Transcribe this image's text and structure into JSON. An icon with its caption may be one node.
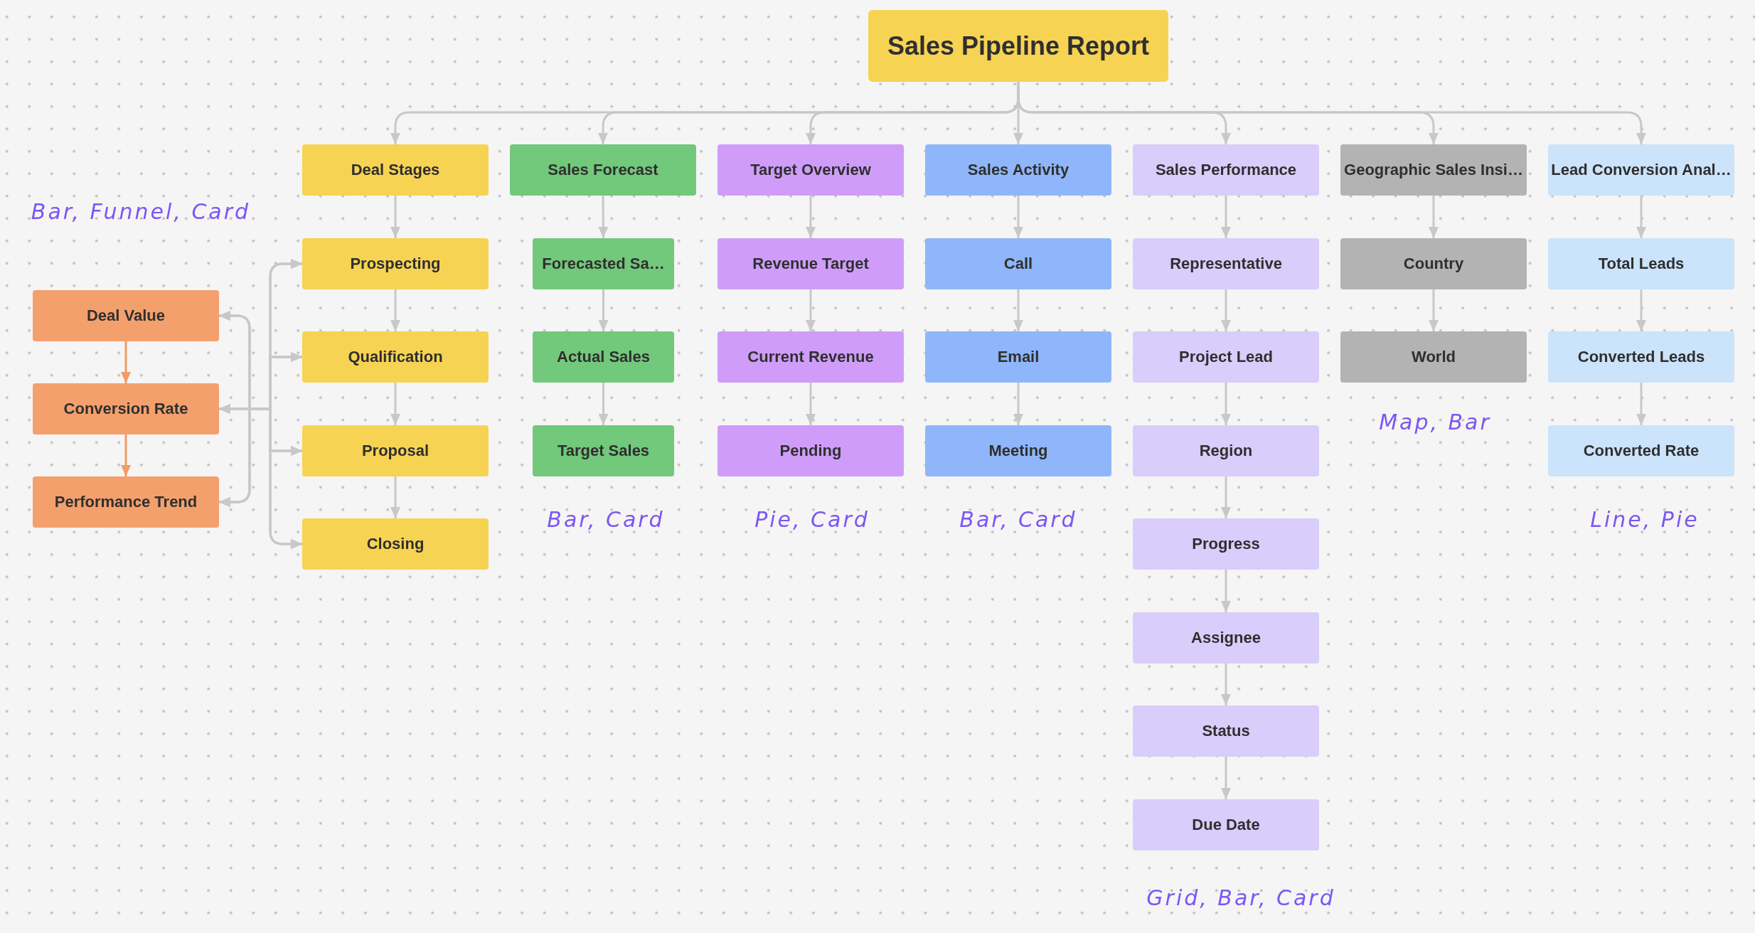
{
  "diagram": {
    "nodes": [
      {
        "text": [
          "Sales Pipeline Report"
        ]
      },
      {
        "text": [
          "Deal Value"
        ]
      },
      {
        "text": [
          "Conversion Rate"
        ]
      },
      {
        "text": [
          "Performance Trend"
        ]
      },
      {
        "text": [
          "Deal Stages"
        ]
      },
      {
        "text": [
          "Prospecting"
        ]
      },
      {
        "text": [
          "Qualification"
        ]
      },
      {
        "text": [
          "Proposal"
        ]
      },
      {
        "text": [
          "Closing"
        ]
      },
      {
        "text": [
          "Sales Forecast"
        ]
      },
      {
        "text": [
          "Forecasted Sa…"
        ]
      },
      {
        "text": [
          "Actual Sales"
        ]
      },
      {
        "text": [
          "Target Sales"
        ]
      },
      {
        "text": [
          "Target Overview"
        ]
      },
      {
        "text": [
          "Revenue Target"
        ]
      },
      {
        "text": [
          "Current Revenue"
        ]
      },
      {
        "text": [
          "Pending"
        ]
      },
      {
        "text": [
          "Sales Activity"
        ]
      },
      {
        "text": [
          "Call"
        ]
      },
      {
        "text": [
          "Email"
        ]
      },
      {
        "text": [
          "Meeting"
        ]
      },
      {
        "text": [
          "Sales Performance"
        ]
      },
      {
        "text": [
          "Representative"
        ]
      },
      {
        "text": [
          "Project Lead"
        ]
      },
      {
        "text": [
          "Region"
        ]
      },
      {
        "text": [
          "Progress"
        ]
      },
      {
        "text": [
          "Assignee"
        ]
      },
      {
        "text": [
          "Status"
        ]
      },
      {
        "text": [
          "Due Date"
        ]
      },
      {
        "text": [
          "Geographic Sales Insi…"
        ]
      },
      {
        "text": [
          "Country"
        ]
      },
      {
        "text": [
          "World"
        ]
      },
      {
        "text": [
          "Lead Conversion Anal…"
        ]
      },
      {
        "text": [
          "Total Leads"
        ]
      },
      {
        "text": [
          "Converted Leads"
        ]
      },
      {
        "text": [
          "Converted Rate"
        ]
      }
    ],
    "edges": [
      {
        "from": 0,
        "to": 4,
        "arrow": "to"
      },
      {
        "from": 0,
        "to": 9,
        "arrow": "to"
      },
      {
        "from": 0,
        "to": 13,
        "arrow": "to"
      },
      {
        "from": 0,
        "to": 17,
        "arrow": "to"
      },
      {
        "from": 0,
        "to": 21,
        "arrow": "to"
      },
      {
        "from": 0,
        "to": 29,
        "arrow": "to"
      },
      {
        "from": 0,
        "to": 32,
        "arrow": "to"
      },
      {
        "from": 1,
        "to": 2,
        "arrow": "to",
        "color": "#f29c63"
      },
      {
        "from": 2,
        "to": 3,
        "arrow": "to",
        "color": "#f29c63"
      },
      {
        "from": 1,
        "to": 5,
        "arrow": "both"
      },
      {
        "from": 1,
        "to": 6,
        "arrow": "both"
      },
      {
        "from": 1,
        "to": 7,
        "arrow": "both"
      },
      {
        "from": 1,
        "to": 8,
        "arrow": "both"
      },
      {
        "from": 2,
        "to": 5,
        "arrow": "both"
      },
      {
        "from": 2,
        "to": 6,
        "arrow": "both"
      },
      {
        "from": 2,
        "to": 7,
        "arrow": "both"
      },
      {
        "from": 2,
        "to": 8,
        "arrow": "both"
      },
      {
        "from": 3,
        "to": 5,
        "arrow": "both"
      },
      {
        "from": 3,
        "to": 6,
        "arrow": "both"
      },
      {
        "from": 3,
        "to": 7,
        "arrow": "both"
      },
      {
        "from": 3,
        "to": 8,
        "arrow": "both"
      },
      {
        "from": 4,
        "to": 5,
        "arrow": "to"
      },
      {
        "from": 5,
        "to": 6,
        "arrow": "to"
      },
      {
        "from": 6,
        "to": 7,
        "arrow": "to"
      },
      {
        "from": 7,
        "to": 8,
        "arrow": "to"
      },
      {
        "from": 9,
        "to": 10,
        "arrow": "to"
      },
      {
        "from": 10,
        "to": 11,
        "arrow": "to"
      },
      {
        "from": 11,
        "to": 12,
        "arrow": "to"
      },
      {
        "from": 13,
        "to": 14,
        "arrow": "to"
      },
      {
        "from": 14,
        "to": 15,
        "arrow": "to"
      },
      {
        "from": 15,
        "to": 16,
        "arrow": "to"
      },
      {
        "from": 17,
        "to": 18,
        "arrow": "to"
      },
      {
        "from": 18,
        "to": 19,
        "arrow": "to"
      },
      {
        "from": 19,
        "to": 20,
        "arrow": "to"
      },
      {
        "from": 21,
        "to": 22,
        "arrow": "to"
      },
      {
        "from": 22,
        "to": 23,
        "arrow": "to"
      },
      {
        "from": 23,
        "to": 24,
        "arrow": "to"
      },
      {
        "from": 24,
        "to": 25,
        "arrow": "to"
      },
      {
        "from": 25,
        "to": 26,
        "arrow": "to"
      },
      {
        "from": 26,
        "to": 27,
        "arrow": "to"
      },
      {
        "from": 27,
        "to": 28,
        "arrow": "to"
      },
      {
        "from": 29,
        "to": 30,
        "arrow": "to"
      },
      {
        "from": 30,
        "to": 31,
        "arrow": "to"
      },
      {
        "from": 32,
        "to": 33,
        "arrow": "to"
      },
      {
        "from": 33,
        "to": 34,
        "arrow": "to"
      },
      {
        "from": 34,
        "to": 35,
        "arrow": "to"
      }
    ],
    "labels": [
      "Bar, Funnel, Card",
      "Map, Bar",
      "Bar, Card",
      "Pie, Card",
      "Bar, Card",
      "Line, Pie",
      "Grid, Bar, Card"
    ]
  }
}
